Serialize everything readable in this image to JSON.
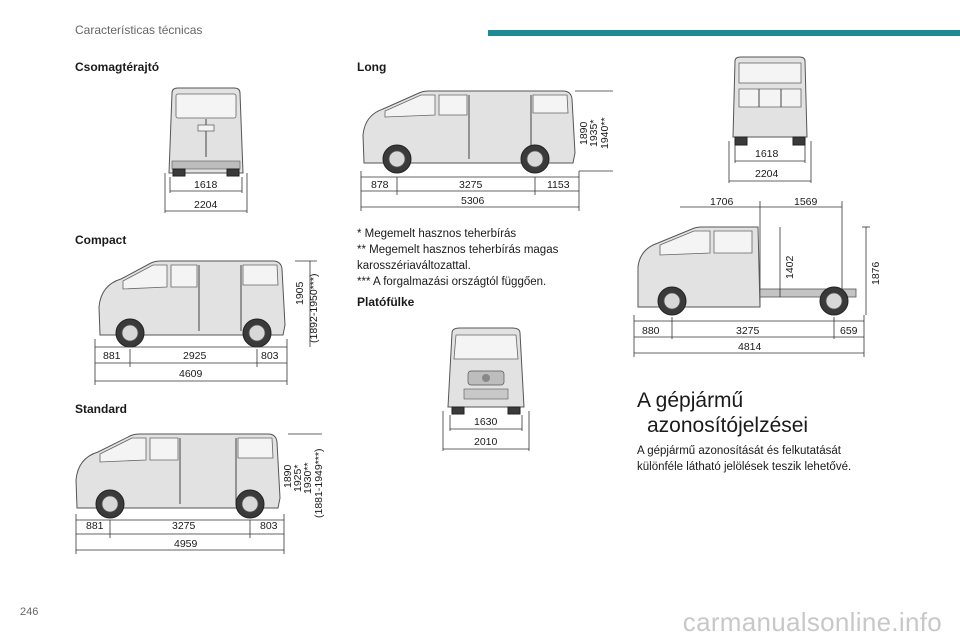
{
  "header": {
    "section": "Características técnicas"
  },
  "page_number": "246",
  "watermark": "carmanualsonline.info",
  "sections": {
    "tailgate": {
      "title": "Csomagtérajtó",
      "dims": [
        "1618",
        "2204"
      ]
    },
    "compact": {
      "title": "Compact",
      "front": "881",
      "wheelbase": "2925",
      "rear": "803",
      "total": "4609",
      "height1": "1905",
      "height2": "(1892-1950***)"
    },
    "standard": {
      "title": "Standard",
      "front": "881",
      "wheelbase": "3275",
      "rear": "803",
      "total": "4959",
      "height1": "1890",
      "height2": "1925*",
      "height3": "1930**",
      "height4": "(1881-1949***)"
    },
    "long": {
      "title": "Long",
      "front": "878",
      "wheelbase": "3275",
      "rear": "1153",
      "total": "5306",
      "height1": "1890",
      "height2": "1935*",
      "height3": "1940**"
    },
    "notes": {
      "n1": "* Megemelt hasznos teherbírás",
      "n2": "** Megemelt hasznos teherbírás magas",
      "n3": "karosszériaváltozattal.",
      "n4": "*** A forgalmazási országtól függően."
    },
    "platform": {
      "title": "Platófülke",
      "front_dims": [
        "1630",
        "2010"
      ]
    },
    "rear_view": {
      "dims": [
        "1618",
        "2204"
      ]
    },
    "chassis": {
      "top1": "1706",
      "top2": "1569",
      "height1": "1402",
      "height2": "1876",
      "front": "880",
      "wheelbase": "3275",
      "rear": "659",
      "total": "4814"
    },
    "identification": {
      "title_line1": "A gépjármű",
      "title_line2": "azonosítójelzései",
      "body_line1": "A gépjármű azonosítását és felkutatását",
      "body_line2": "különféle látható jelölések teszik lehetővé."
    }
  }
}
